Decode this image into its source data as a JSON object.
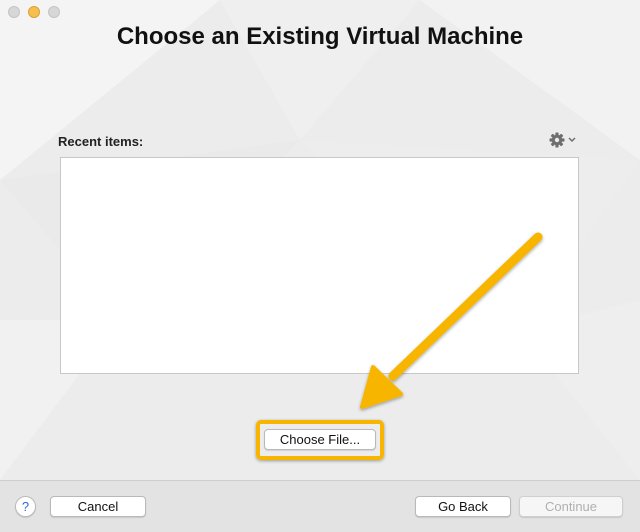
{
  "window": {
    "title": "Choose an Existing Virtual Machine"
  },
  "recent": {
    "label": "Recent items:",
    "items": []
  },
  "icons": {
    "gear": "gear-icon",
    "chevron": "chevron-down-icon",
    "help": "help-icon"
  },
  "buttons": {
    "choose_file": "Choose File...",
    "cancel": "Cancel",
    "go_back": "Go Back",
    "continue": "Continue",
    "help_symbol": "?"
  },
  "colors": {
    "highlight": "#f7b500",
    "arrow": "#f7b500"
  }
}
